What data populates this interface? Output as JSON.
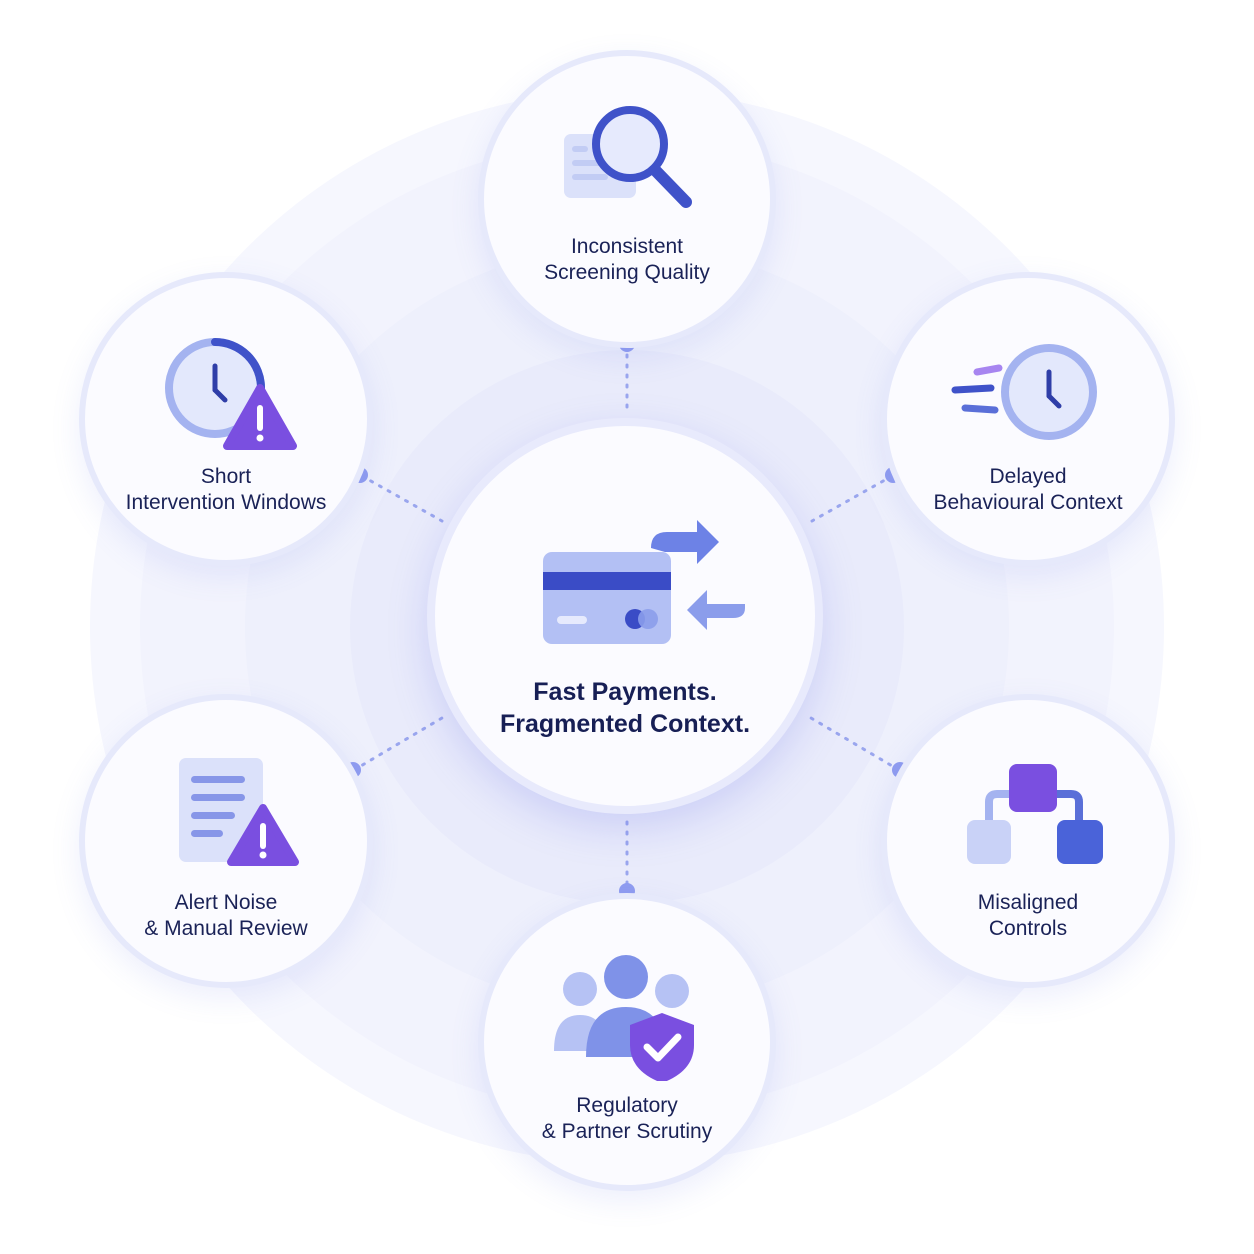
{
  "center": {
    "line1": "Fast Payments.",
    "line2": "Fragmented Context.",
    "icon": "card-transfer-icon"
  },
  "nodes": [
    {
      "id": "top",
      "line1": "Inconsistent",
      "line2": "Screening Quality",
      "icon": "magnifier-document-icon"
    },
    {
      "id": "upper-left",
      "line1": "Short",
      "line2": "Intervention Windows",
      "icon": "clock-warning-icon"
    },
    {
      "id": "upper-right",
      "line1": "Delayed",
      "line2": "Behavioural Context",
      "icon": "clock-motion-icon"
    },
    {
      "id": "lower-left",
      "line1": "Alert Noise",
      "line2": "& Manual Review",
      "icon": "document-warning-icon"
    },
    {
      "id": "lower-right",
      "line1": "Misaligned",
      "line2": "Controls",
      "icon": "hierarchy-icon"
    },
    {
      "id": "bottom",
      "line1": "Regulatory",
      "line2": "& Partner Scrutiny",
      "icon": "group-shield-icon"
    }
  ],
  "colors": {
    "text": "#1a2257",
    "primary_blue": "#3f52c9",
    "light_blue": "#a9b6f2",
    "purple": "#7a4fe0",
    "connector": "#9aa6ee"
  }
}
